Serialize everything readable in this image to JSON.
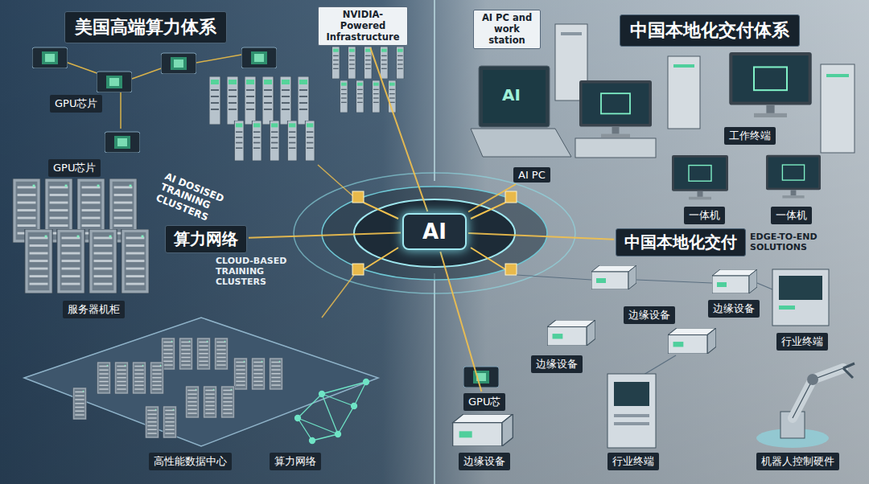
{
  "diagram": {
    "nodes": [
      {
        "text": [
          "美国高端算力体系"
        ]
      },
      {
        "text": [
          "NVIDIA-Powered Infrastructure"
        ]
      },
      {
        "text": [
          "AI PC and work station"
        ]
      },
      {
        "text": [
          "中国本地化交付体系"
        ]
      },
      {
        "text": [
          "GPU芯片"
        ]
      },
      {
        "text": [
          "GPU芯片"
        ]
      },
      {
        "text": [
          "算力网络"
        ]
      },
      {
        "text": [
          "AI"
        ]
      },
      {
        "text": [
          "AI PC"
        ]
      },
      {
        "text": [
          "工作终端"
        ]
      },
      {
        "text": [
          "一体机"
        ]
      },
      {
        "text": [
          "一体机"
        ]
      },
      {
        "text": [
          "中国本地化交付"
        ]
      },
      {
        "text": [
          "服务器机柜"
        ]
      },
      {
        "text": [
          "边缘设备"
        ]
      },
      {
        "text": [
          "边缘设备"
        ]
      },
      {
        "text": [
          "行业终端"
        ]
      },
      {
        "text": [
          "边缘设备"
        ]
      },
      {
        "text": [
          "GPU芯"
        ]
      },
      {
        "text": [
          "高性能数据中心"
        ]
      },
      {
        "text": [
          "算力网络"
        ]
      },
      {
        "text": [
          "边缘设备"
        ]
      },
      {
        "text": [
          "行业终端"
        ]
      },
      {
        "text": [
          "机器人控制硬件"
        ]
      }
    ],
    "edges": [
      {
        "from": 7,
        "to": 6,
        "arrow": "none"
      },
      {
        "from": 7,
        "to": 12,
        "arrow": "none"
      },
      {
        "from": 7,
        "to": 8,
        "arrow": "none"
      },
      {
        "from": 7,
        "to": 1,
        "arrow": "none"
      },
      {
        "from": 7,
        "to": 18,
        "arrow": "none"
      }
    ],
    "labels": [
      "AI DOSISED TRAINING CLUSTERS",
      "CLOUD-BASED TRAINING CLUSTERS",
      "AI",
      "EDGE-TO-END SOLUTIONS"
    ]
  }
}
